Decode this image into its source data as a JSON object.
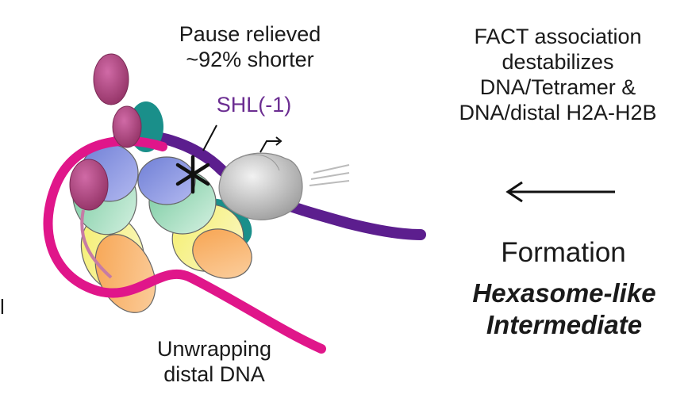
{
  "labels": {
    "pause_line1": "Pause relieved",
    "pause_line2": "~92% shorter",
    "shl": "SHL(-1)",
    "fact_line1": "FACT association",
    "fact_line2": "destabilizes",
    "fact_line3": "DNA/Tetramer &",
    "fact_line4": "DNA/distal H2A-H2B",
    "formation": "Formation",
    "hexasome_line1": "Hexasome-like",
    "hexasome_line2": "Intermediate",
    "unwrap_line1": "Unwrapping",
    "unwrap_line2": "distal DNA",
    "left_fragment": "l"
  },
  "colors": {
    "distal_dna": "#e0168a",
    "proximal_dna": "#5c1e8e",
    "shl_text": "#6b2d91",
    "h2a_h2b_head": "#b0407e",
    "teal": "#1a8f8a",
    "rnap": "#b8b8b8"
  }
}
